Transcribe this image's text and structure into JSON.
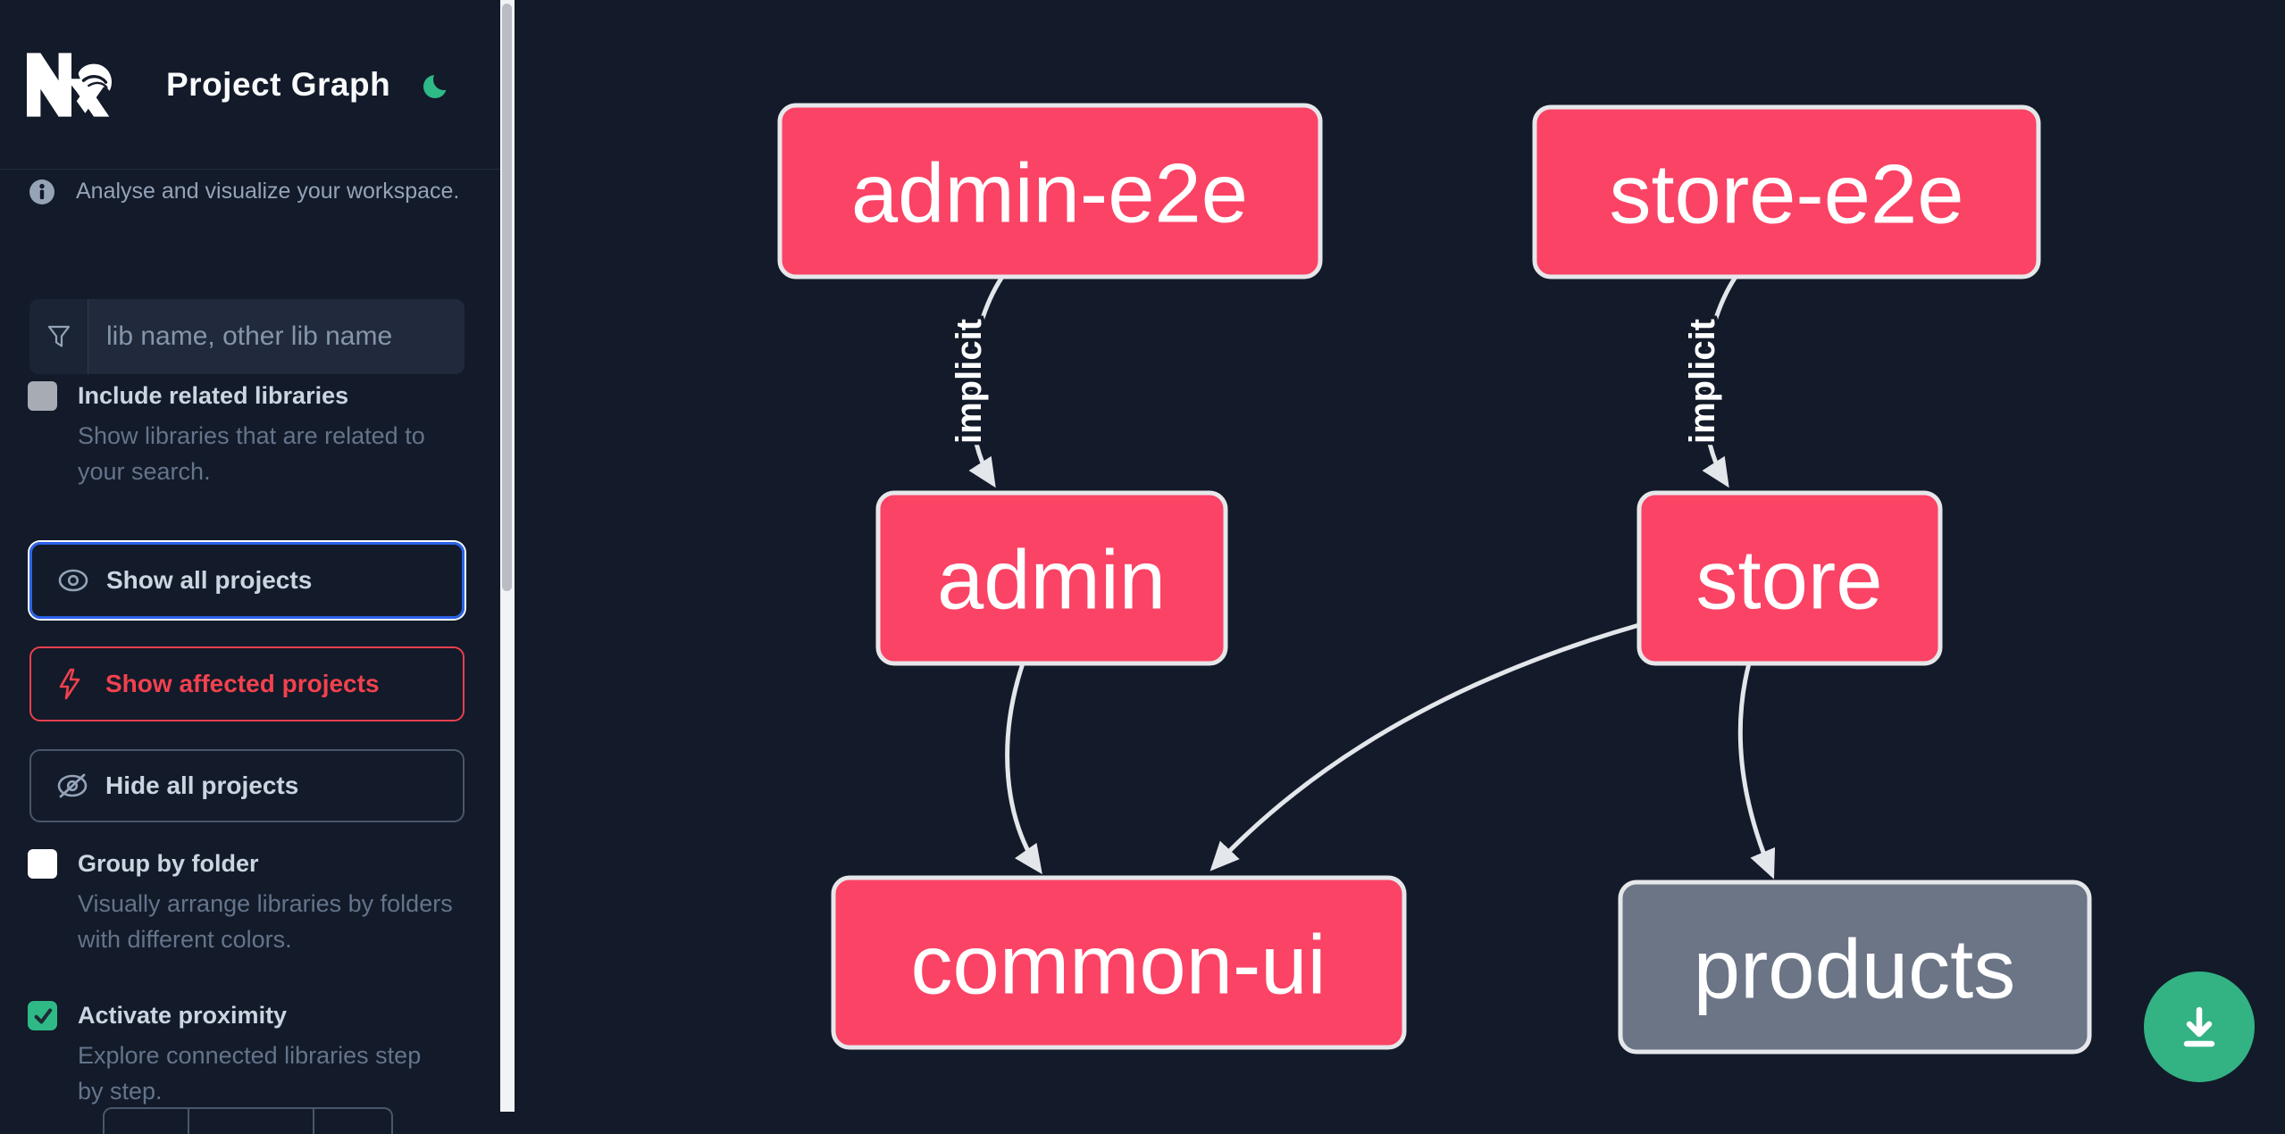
{
  "header": {
    "title": "Project Graph",
    "logo": "nx-logo",
    "theme_icon": "moon-icon"
  },
  "sidebar": {
    "info_text": "Analyse and visualize your workspace.",
    "search_placeholder": "lib name, other lib name",
    "checkboxes": [
      {
        "label": "Include related libraries",
        "description": "Show libraries that are related to your search.",
        "checked": false,
        "style": "gray"
      },
      {
        "label": "Group by folder",
        "description": "Visually arrange libraries by folders with different colors.",
        "checked": false,
        "style": "white"
      },
      {
        "label": "Activate proximity",
        "description": "Explore connected libraries step by step.",
        "checked": true,
        "style": "green"
      }
    ],
    "buttons": [
      {
        "label": "Show all projects",
        "icon": "eye-icon",
        "variant": "focused-blue"
      },
      {
        "label": "Show affected projects",
        "icon": "lightning-icon",
        "variant": "red"
      },
      {
        "label": "Hide all projects",
        "icon": "eye-off-icon",
        "variant": "slate"
      }
    ],
    "stepper_visible_segments": 3
  },
  "graph": {
    "nodes": [
      {
        "id": "admin-e2e",
        "label": "admin-e2e",
        "type": "affected"
      },
      {
        "id": "store-e2e",
        "label": "store-e2e",
        "type": "affected"
      },
      {
        "id": "admin",
        "label": "admin",
        "type": "affected"
      },
      {
        "id": "store",
        "label": "store",
        "type": "affected"
      },
      {
        "id": "common-ui",
        "label": "common-ui",
        "type": "affected"
      },
      {
        "id": "products",
        "label": "products",
        "type": "normal"
      }
    ],
    "edges": [
      {
        "source": "admin-e2e",
        "target": "admin",
        "label": "implicit"
      },
      {
        "source": "store-e2e",
        "target": "store",
        "label": "implicit"
      },
      {
        "source": "admin",
        "target": "common-ui",
        "label": ""
      },
      {
        "source": "store",
        "target": "common-ui",
        "label": ""
      },
      {
        "source": "store",
        "target": "products",
        "label": ""
      }
    ]
  },
  "fab": {
    "icon": "download-icon"
  },
  "colors": {
    "background": "#131a29",
    "node_affected": "#fb4365",
    "node_normal": "#6b7586",
    "node_border": "#e6e7ea",
    "edge": "#e3e6ea",
    "accent_blue": "#2b62e9",
    "accent_red": "#f2414e",
    "accent_green": "#2eb987",
    "text_primary": "#f8fafc",
    "text_muted": "#64748b",
    "text_label": "#cbd5e1"
  }
}
